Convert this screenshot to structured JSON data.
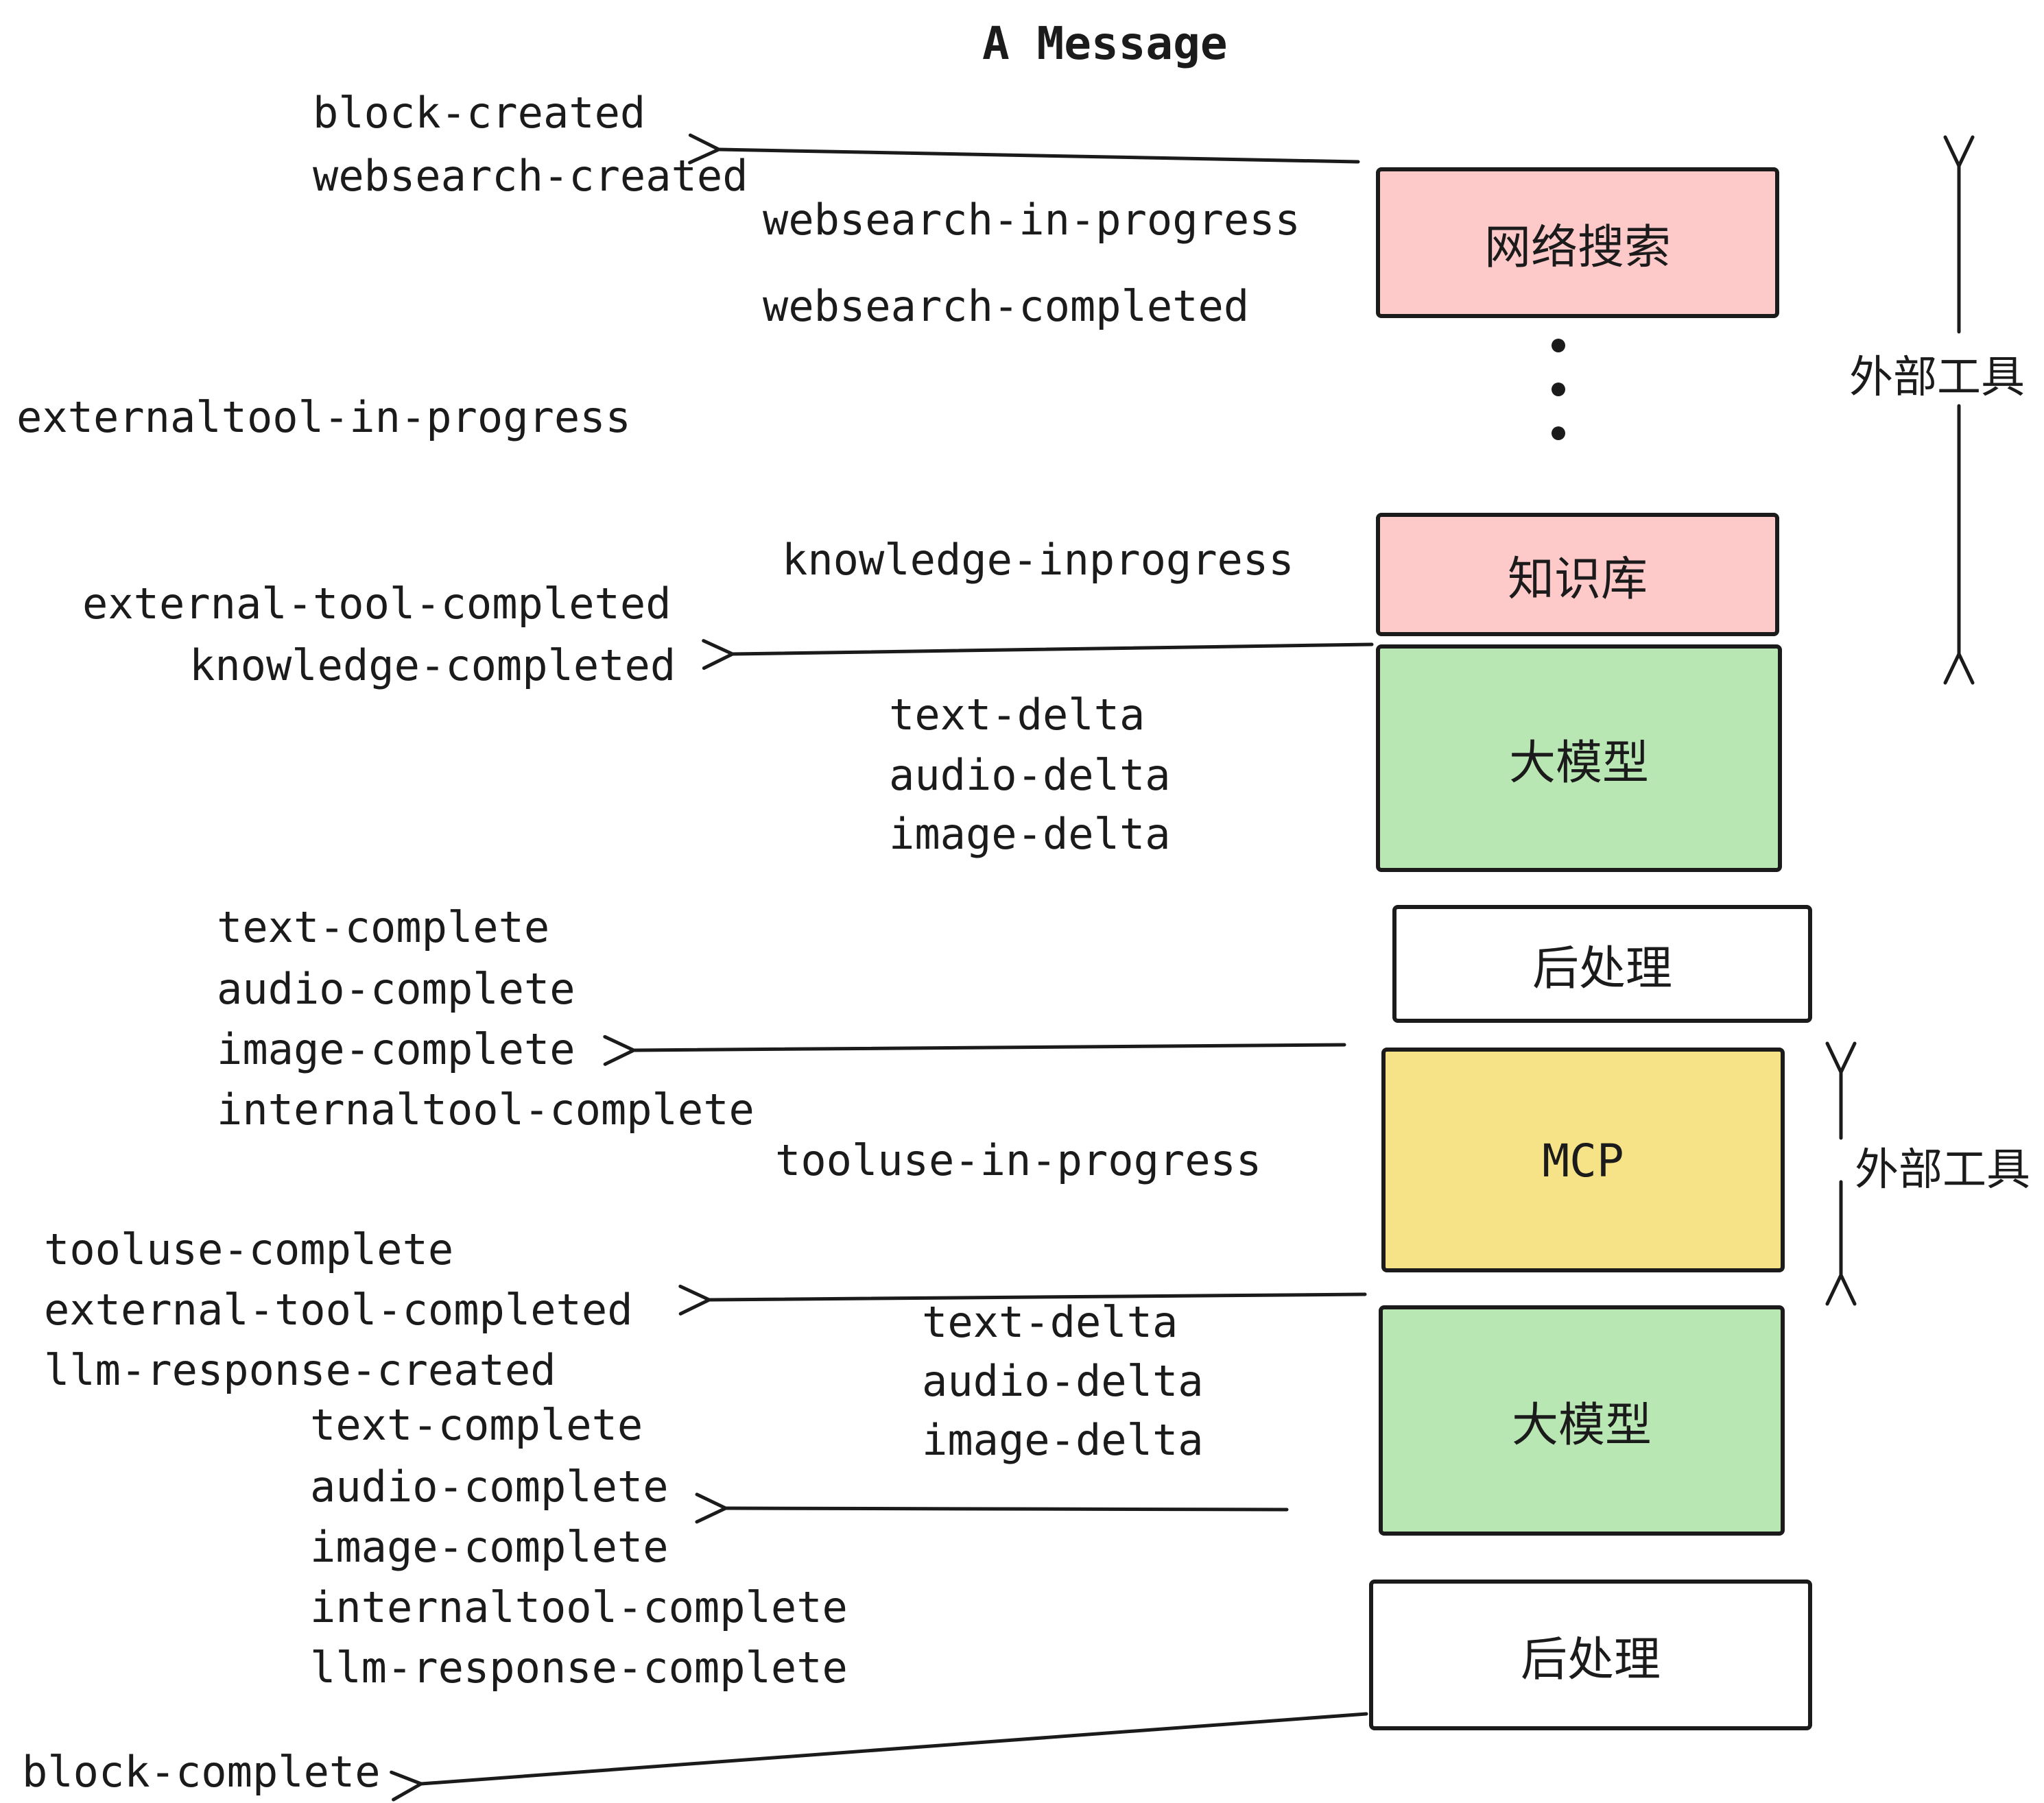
{
  "title": "A Message",
  "pipeline": {
    "boxes": [
      {
        "id": "websearch",
        "label": "网络搜索",
        "color": "#fdc9c9"
      },
      {
        "id": "knowledge",
        "label": "知识库",
        "color": "#fdc9c9"
      },
      {
        "id": "llm-1",
        "label": "大模型",
        "color": "#b9e7b4"
      },
      {
        "id": "post-1",
        "label": "后处理",
        "color": "#ffffff"
      },
      {
        "id": "mcp",
        "label": "MCP",
        "color": "#f7e387"
      },
      {
        "id": "llm-2",
        "label": "大模型",
        "color": "#b9e7b4"
      },
      {
        "id": "post-2",
        "label": "后处理",
        "color": "#ffffff"
      }
    ]
  },
  "events": {
    "block_created": "block-created",
    "websearch_created": "websearch-created",
    "websearch_in_progress": "websearch-in-progress",
    "websearch_completed": "websearch-completed",
    "externaltool_in_progress": "externaltool-in-progress",
    "knowledge_inprogress": "knowledge-inprogress",
    "external_tool_completed_1": "external-tool-completed",
    "knowledge_completed": "knowledge-completed",
    "text_delta_1": "text-delta",
    "audio_delta_1": "audio-delta",
    "image_delta_1": "image-delta",
    "text_complete_1": "text-complete",
    "audio_complete_1": "audio-complete",
    "image_complete_1": "image-complete",
    "internaltool_complete_1": "internaltool-complete",
    "tooluse_in_progress": "tooluse-in-progress",
    "tooluse_complete": "tooluse-complete",
    "external_tool_completed_2": "external-tool-completed",
    "llm_response_created": "llm-response-created",
    "text_delta_2": "text-delta",
    "audio_delta_2": "audio-delta",
    "image_delta_2": "image-delta",
    "text_complete_2": "text-complete",
    "audio_complete_2": "audio-complete",
    "image_complete_2": "image-complete",
    "internaltool_complete_2": "internaltool-complete",
    "llm_response_complete": "llm-response-complete",
    "block_complete": "block-complete"
  },
  "annotations": {
    "external_tools_top": "外部工具",
    "external_tools_bottom": "外部工具"
  },
  "colors": {
    "stroke": "#1b1b1b",
    "pink": "#fdc9c9",
    "green": "#b9e7b4",
    "yellow": "#f7e387",
    "white": "#ffffff"
  }
}
